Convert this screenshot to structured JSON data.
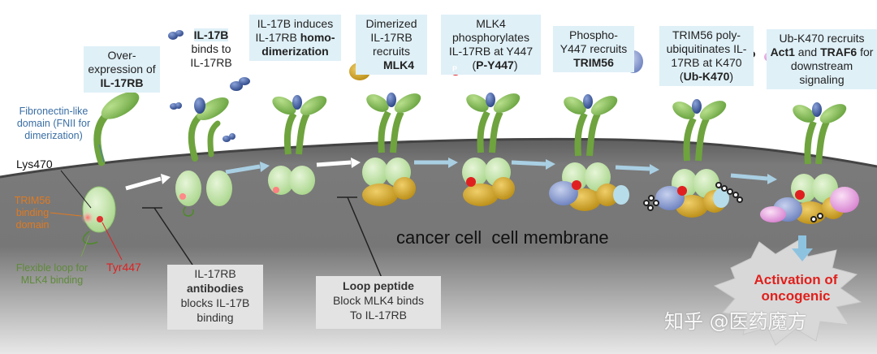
{
  "steps": [
    {
      "pre": "Over-expression of ",
      "bold": "IL-17RB",
      "post": ""
    },
    {
      "pre": "",
      "bold": "IL-17B",
      "post": " binds to IL-17RB"
    },
    {
      "pre": "IL-17B induces IL-17RB ",
      "bold": "homo-dimerization",
      "post": ""
    },
    {
      "pre": "Dimerized IL-17RB recruits ",
      "bold": "MLK4",
      "post": ""
    },
    {
      "pre": "MLK4 phosphorylates IL-17RB at Y447 ",
      "bold": "P-Y447",
      "post": ""
    },
    {
      "pre": "Phospho-Y447 recruits ",
      "bold": "TRIM56",
      "post": ""
    },
    {
      "pre": "TRIM56 poly-ubiquitinates IL-17RB at K470 ",
      "bold": "Ub-K470",
      "post": ""
    },
    {
      "pre": "Ub-K470 recruits ",
      "bold": "Act1",
      "mid": " and ",
      "bold2": "TRAF6",
      "post": " for downstream signaling"
    }
  ],
  "labels": {
    "fibronectin": "Fibronectin-like domain (FNII for dimerization)",
    "lys470": "Lys470",
    "trim56_domain": "TRIM56 binding domain",
    "flexible_loop": "Flexible loop for MLK4 binding",
    "tyr447": "Tyr447",
    "membrane": "cancer cell  cell membrane",
    "p_symbol": "P"
  },
  "inhibitors": {
    "antibody_line1": "IL-17RB",
    "antibody_bold": "antibodies",
    "antibody_line3": "blocks IL-17B",
    "antibody_line4": "binding",
    "peptide_bold": "Loop peptide",
    "peptide_line2": "Block MLK4 binds",
    "peptide_line3": "To IL-17RB"
  },
  "outcome": {
    "line1": "Activation of",
    "line2": "oncogenic"
  },
  "watermark": "知乎 @医药魔方",
  "colors": {
    "stepbox": "#dff0f7",
    "receptor": "#7fb84a",
    "mlk4": "#d6aa2a",
    "trim56": "#8e9fd0",
    "act1": "#e8a8e0",
    "membrane": "#6b6b6b",
    "phospho": "#e02020",
    "outcome": "#e0201c"
  }
}
